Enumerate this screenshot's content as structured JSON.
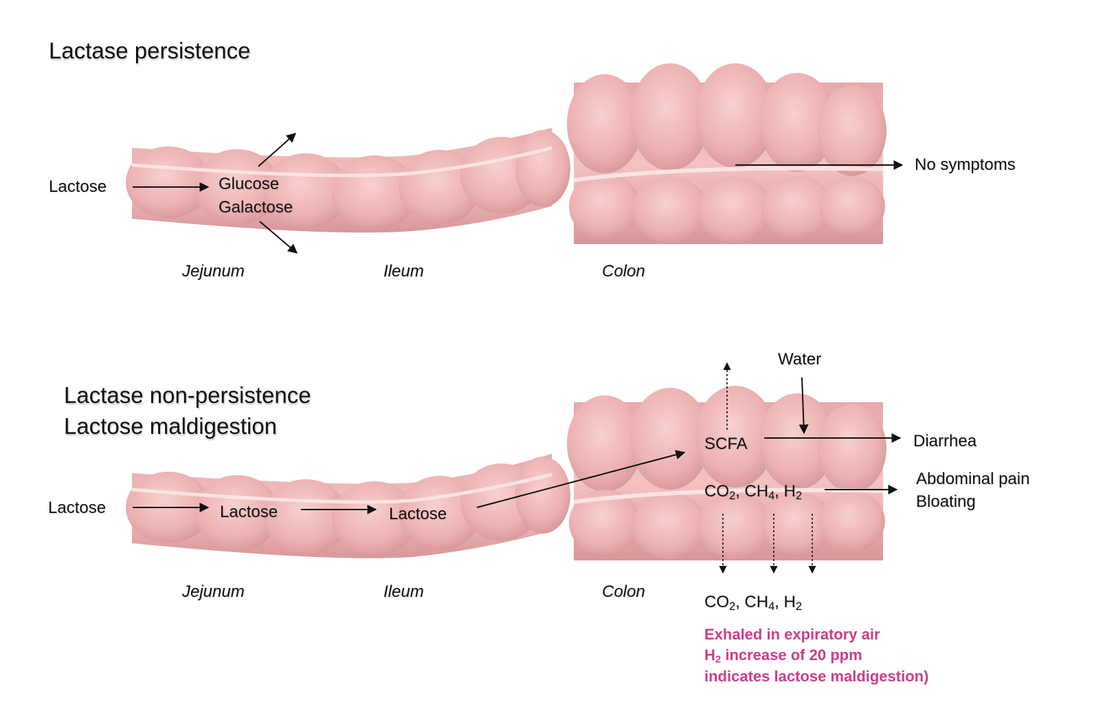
{
  "persistence": {
    "title": "Lactase persistence",
    "input_label": "Lactose",
    "glucose": "Glucose",
    "galactose": "Galactose",
    "outcome": "No symptoms",
    "segments": {
      "jejunum": "Jejunum",
      "ileum": "Ileum",
      "colon": "Colon"
    }
  },
  "non_persistence": {
    "title_line1": "Lactase non-persistence",
    "title_line2": "Lactose maldigestion",
    "input_label": "Lactose",
    "jejunum_content": "Lactose",
    "ileum_content": "Lactose",
    "water": "Water",
    "scfa": "SCFA",
    "gas": {
      "co2": "CO",
      "co2_sub": "2",
      "ch4": ", CH",
      "ch4_sub": "4",
      "h2": ", H",
      "h2_sub": "2"
    },
    "diarrhea": "Diarrhea",
    "abdominal_pain": "Abdominal pain",
    "bloating": "Bloating",
    "segments": {
      "jejunum": "Jejunum",
      "ileum": "Ileum",
      "colon": "Colon"
    },
    "exhaled_gas": {
      "co2": "CO",
      "co2_sub": "2",
      "ch4": ", CH",
      "ch4_sub": "4",
      "h2": ", H",
      "h2_sub": "2"
    },
    "note": {
      "line1": "Exhaled in expiratory air",
      "line2_pre": "H",
      "line2_sub": "2",
      "line2_post": " increase of 20 ppm",
      "line3": "indicates lactose maldigestion)"
    }
  },
  "colors": {
    "intestine": "#f2bcbc",
    "intestine_dark": "#d99a9c",
    "note": "#cc3d8a"
  }
}
